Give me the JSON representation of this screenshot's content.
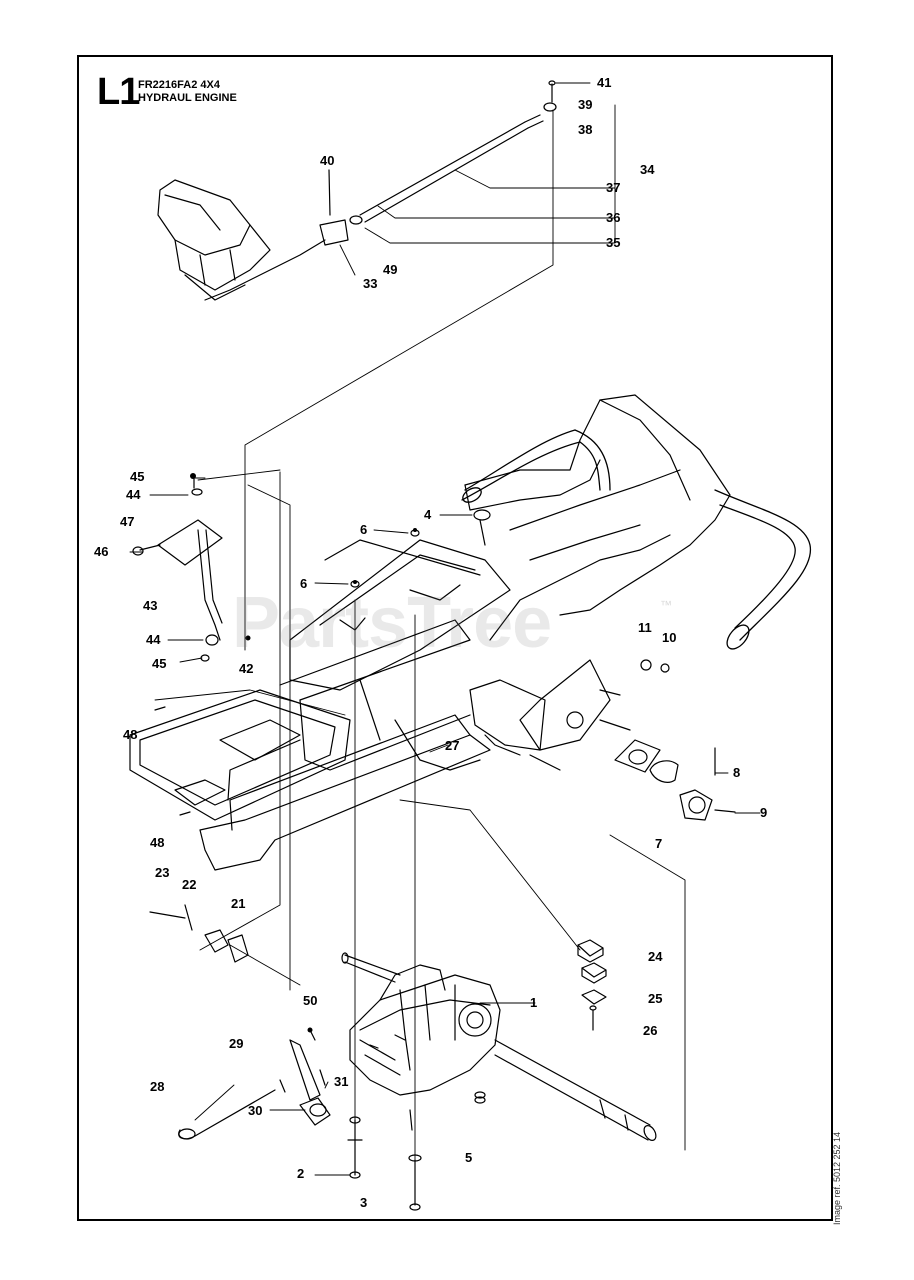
{
  "header": {
    "page_code": "L1",
    "model_line": "FR2216FA2 4X4",
    "section_title": "HYDRAUL ENGINE"
  },
  "watermark": {
    "text": "PartsTree",
    "trademark": "™"
  },
  "image_reference": "Image ref. 5012 252 14",
  "callouts": [
    "41",
    "39",
    "38",
    "34",
    "37",
    "36",
    "35",
    "40",
    "49",
    "33",
    "45",
    "44",
    "47",
    "46",
    "43",
    "44",
    "45",
    "42",
    "4",
    "6",
    "6",
    "11",
    "10",
    "48",
    "48",
    "27",
    "8",
    "9",
    "7",
    "23",
    "22",
    "21",
    "24",
    "25",
    "26",
    "1",
    "50",
    "29",
    "31",
    "28",
    "30",
    "2",
    "5",
    "3"
  ],
  "colors": {
    "line": "#000000",
    "watermark": "#b0b0b0",
    "background": "#ffffff"
  }
}
